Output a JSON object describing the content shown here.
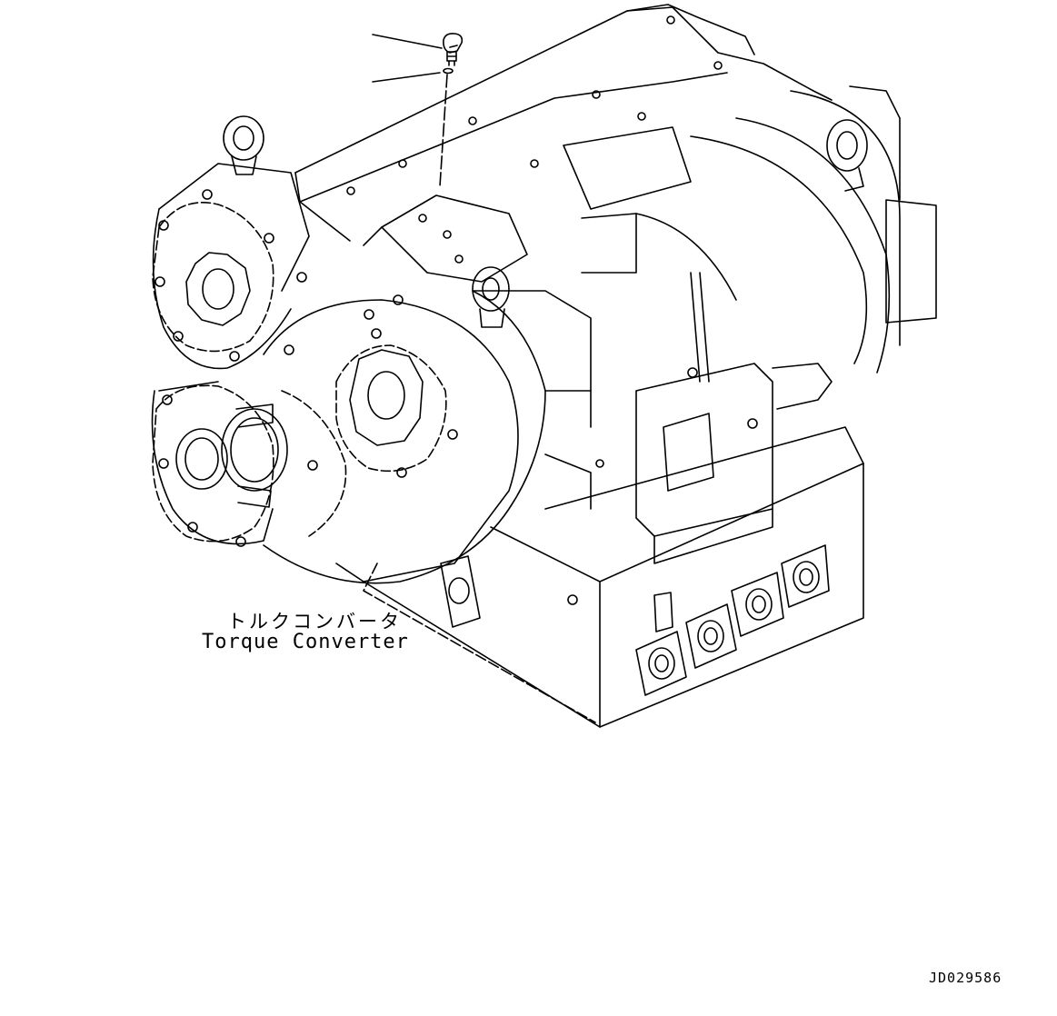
{
  "figure": {
    "component_label_jp": "トルクコンバータ",
    "component_label_en": "Torque Converter",
    "drawing_number": "JD029586"
  },
  "colors": {
    "line": "#000000",
    "background": "#ffffff"
  }
}
